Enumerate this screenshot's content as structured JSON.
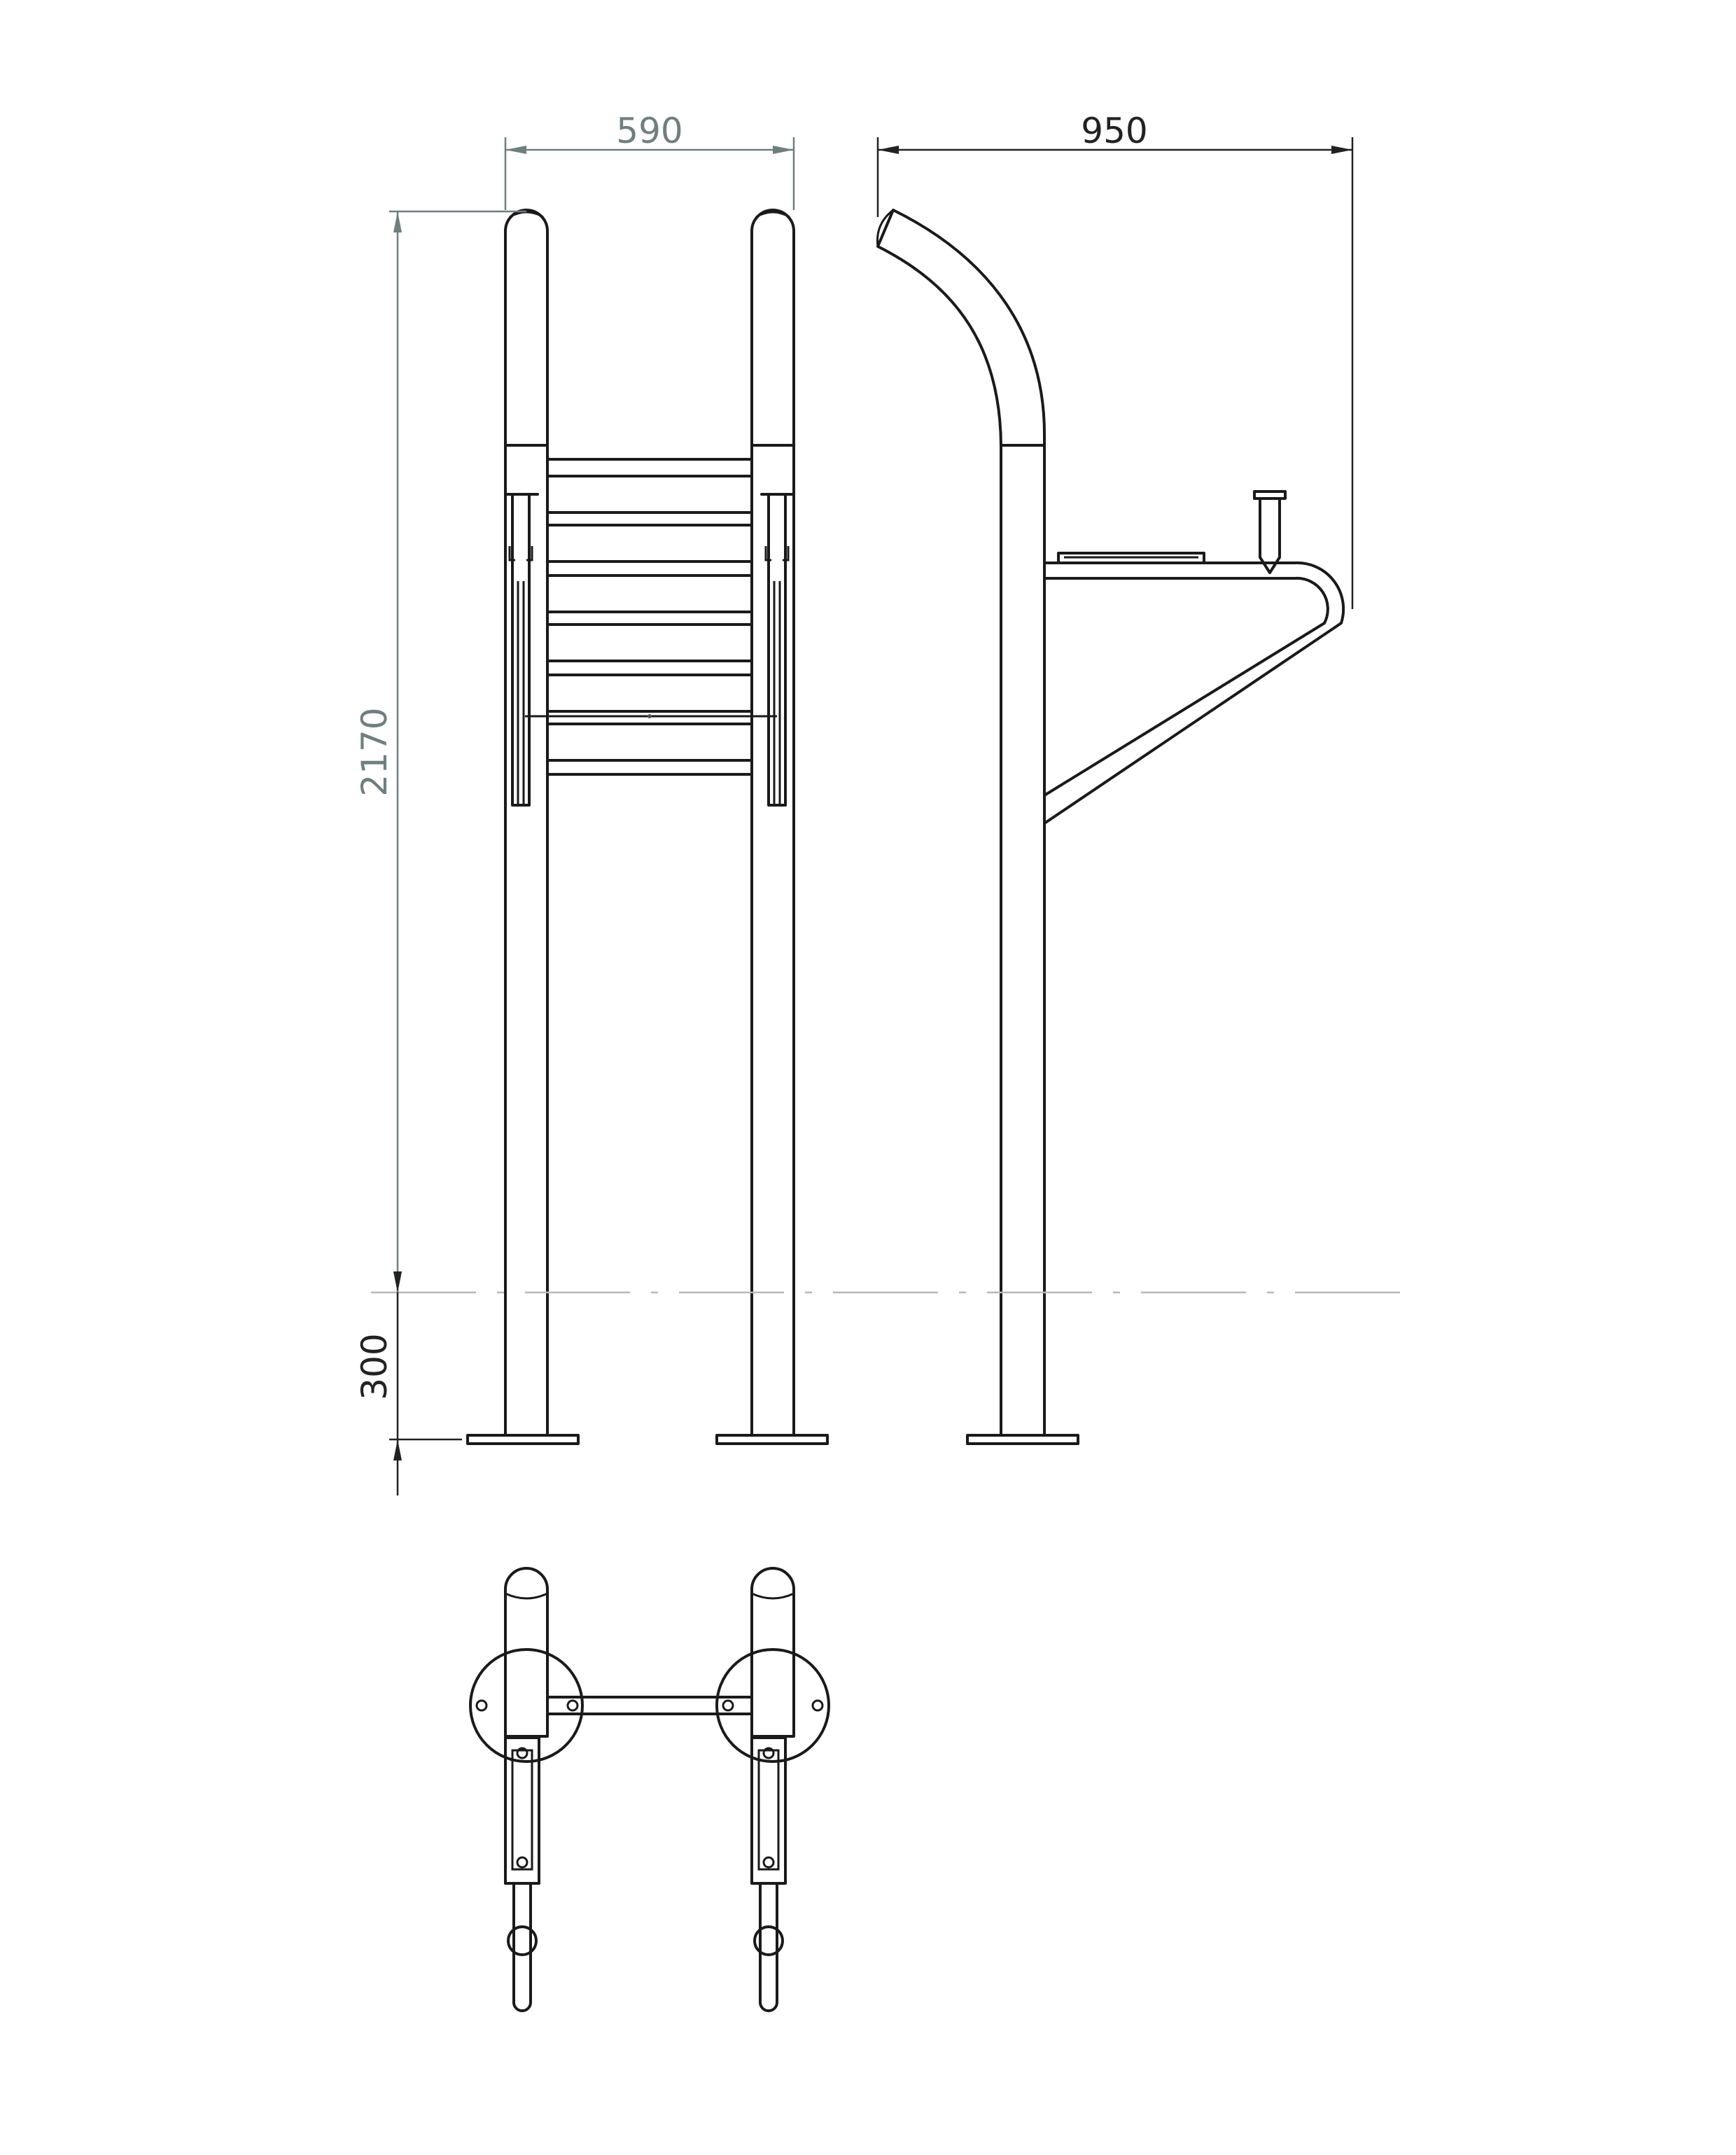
{
  "dimensions": {
    "front_width": "590",
    "side_depth": "950",
    "height_above_ground": "2170",
    "depth_below_ground": "300"
  },
  "colors": {
    "line": "#1a1a1a",
    "dimension_gray": "#6e7f7e",
    "dimension_dark": "#222222",
    "ground_line": "#b8b8b8",
    "background": "#ffffff"
  }
}
